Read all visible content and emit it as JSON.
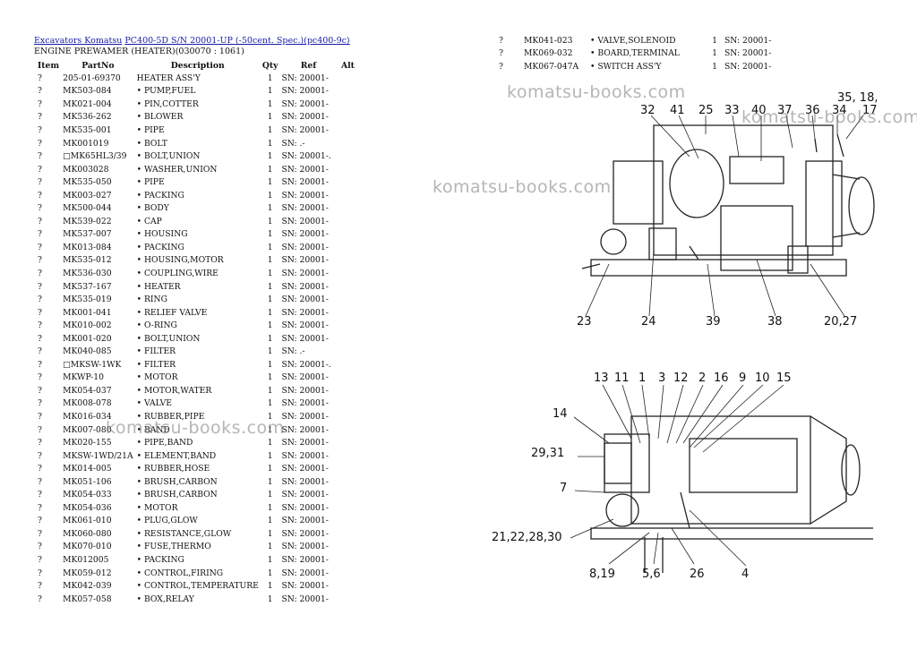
{
  "breadcrumb": {
    "category": "Excavators Komatsu",
    "model": "PC400-5D S/N 20001-UP (-50cent. Spec.)(pc400-9c)"
  },
  "section_title": "ENGINE PREWAMER (HEATER)(030070 : 1061)",
  "columns": {
    "item": "Item",
    "partno": "PartNo",
    "description": "Description",
    "qty": "Qty",
    "ref": "Ref",
    "alt": "Alt"
  },
  "parts": [
    {
      "item": "?",
      "partno": "205-01-69370",
      "desc": "HEATER ASS'Y",
      "qty": "1",
      "ref": "SN: 20001-"
    },
    {
      "item": "?",
      "partno": "MK503-084",
      "desc": "• PUMP,FUEL",
      "qty": "1",
      "ref": "SN: 20001-"
    },
    {
      "item": "?",
      "partno": "MK021-004",
      "desc": "• PIN,COTTER",
      "qty": "1",
      "ref": "SN: 20001-"
    },
    {
      "item": "?",
      "partno": "MK536-262",
      "desc": "• BLOWER",
      "qty": "1",
      "ref": "SN: 20001-"
    },
    {
      "item": "?",
      "partno": "MK535-001",
      "desc": "• PIPE",
      "qty": "1",
      "ref": "SN: 20001-"
    },
    {
      "item": "?",
      "partno": "MK001019",
      "desc": "• BOLT",
      "qty": "1",
      "ref": "SN: .-"
    },
    {
      "item": "?",
      "partno": "□MK65HL3/39",
      "desc": "• BOLT,UNION",
      "qty": "1",
      "ref": "SN: 20001-."
    },
    {
      "item": "?",
      "partno": "MK003028",
      "desc": "• WASHER,UNION",
      "qty": "1",
      "ref": "SN: 20001-"
    },
    {
      "item": "?",
      "partno": "MK535-050",
      "desc": "• PIPE",
      "qty": "1",
      "ref": "SN: 20001-"
    },
    {
      "item": "?",
      "partno": "MK003-027",
      "desc": "• PACKING",
      "qty": "1",
      "ref": "SN: 20001-"
    },
    {
      "item": "?",
      "partno": "MK500-044",
      "desc": "• BODY",
      "qty": "1",
      "ref": "SN: 20001-"
    },
    {
      "item": "?",
      "partno": "MK539-022",
      "desc": "• CAP",
      "qty": "1",
      "ref": "SN: 20001-"
    },
    {
      "item": "?",
      "partno": "MK537-007",
      "desc": "• HOUSING",
      "qty": "1",
      "ref": "SN: 20001-"
    },
    {
      "item": "?",
      "partno": "MK013-084",
      "desc": "• PACKING",
      "qty": "1",
      "ref": "SN: 20001-"
    },
    {
      "item": "?",
      "partno": "MK535-012",
      "desc": "• HOUSING,MOTOR",
      "qty": "1",
      "ref": "SN: 20001-"
    },
    {
      "item": "?",
      "partno": "MK536-030",
      "desc": "• COUPLING,WIRE",
      "qty": "1",
      "ref": "SN: 20001-"
    },
    {
      "item": "?",
      "partno": "MK537-167",
      "desc": "• HEATER",
      "qty": "1",
      "ref": "SN: 20001-"
    },
    {
      "item": "?",
      "partno": "MK535-019",
      "desc": "• RING",
      "qty": "1",
      "ref": "SN: 20001-"
    },
    {
      "item": "?",
      "partno": "MK001-041",
      "desc": "• RELIEF VALVE",
      "qty": "1",
      "ref": "SN: 20001-"
    },
    {
      "item": "?",
      "partno": "MK010-002",
      "desc": "• O-RING",
      "qty": "1",
      "ref": "SN: 20001-"
    },
    {
      "item": "?",
      "partno": "MK001-020",
      "desc": "• BOLT,UNION",
      "qty": "1",
      "ref": "SN: 20001-"
    },
    {
      "item": "?",
      "partno": "MK040-085",
      "desc": "• FILTER",
      "qty": "1",
      "ref": "SN: .-"
    },
    {
      "item": "?",
      "partno": "□MKSW-1WK",
      "desc": "• FILTER",
      "qty": "1",
      "ref": "SN: 20001-."
    },
    {
      "item": "?",
      "partno": "MKWP-10",
      "desc": "• MOTOR",
      "qty": "1",
      "ref": "SN: 20001-"
    },
    {
      "item": "?",
      "partno": "MK054-037",
      "desc": "• MOTOR,WATER",
      "qty": "1",
      "ref": "SN: 20001-"
    },
    {
      "item": "?",
      "partno": "MK008-078",
      "desc": "• VALVE",
      "qty": "1",
      "ref": "SN: 20001-"
    },
    {
      "item": "?",
      "partno": "MK016-034",
      "desc": "• RUBBER,PIPE",
      "qty": "1",
      "ref": "SN: 20001-"
    },
    {
      "item": "?",
      "partno": "MK007-080",
      "desc": "• BAND",
      "qty": "1",
      "ref": "SN: 20001-"
    },
    {
      "item": "?",
      "partno": "MK020-155",
      "desc": "• PIPE,BAND",
      "qty": "1",
      "ref": "SN: 20001-"
    },
    {
      "item": "?",
      "partno": "MKSW-1WD/21A",
      "desc": "• ELEMENT,BAND",
      "qty": "1",
      "ref": "SN: 20001-"
    },
    {
      "item": "?",
      "partno": "MK014-005",
      "desc": "• RUBBER,HOSE",
      "qty": "1",
      "ref": "SN: 20001-"
    },
    {
      "item": "?",
      "partno": "MK051-106",
      "desc": "• BRUSH,CARBON",
      "qty": "1",
      "ref": "SN: 20001-"
    },
    {
      "item": "?",
      "partno": "MK054-033",
      "desc": "• BRUSH,CARBON",
      "qty": "1",
      "ref": "SN: 20001-"
    },
    {
      "item": "?",
      "partno": "MK054-036",
      "desc": "• MOTOR",
      "qty": "1",
      "ref": "SN: 20001-"
    },
    {
      "item": "?",
      "partno": "MK061-010",
      "desc": "• PLUG,GLOW",
      "qty": "1",
      "ref": "SN: 20001-"
    },
    {
      "item": "?",
      "partno": "MK060-080",
      "desc": "• RESISTANCE,GLOW",
      "qty": "1",
      "ref": "SN: 20001-"
    },
    {
      "item": "?",
      "partno": "MK070-010",
      "desc": "• FUSE,THERMO",
      "qty": "1",
      "ref": "SN: 20001-"
    },
    {
      "item": "?",
      "partno": "MK012005",
      "desc": "• PACKING",
      "qty": "1",
      "ref": "SN: 20001-"
    },
    {
      "item": "?",
      "partno": "MK059-012",
      "desc": "• CONTROL,FIRING",
      "qty": "1",
      "ref": "SN: 20001-"
    },
    {
      "item": "?",
      "partno": "MK042-039",
      "desc": "• CONTROL,TEMPERATURE",
      "qty": "1",
      "ref": "SN: 20001-"
    },
    {
      "item": "?",
      "partno": "MK057-058",
      "desc": "• BOX,RELAY",
      "qty": "1",
      "ref": "SN: 20001-"
    }
  ],
  "parts_continued": [
    {
      "item": "?",
      "partno": "MK041-023",
      "desc": "• VALVE,SOLENOID",
      "qty": "1",
      "ref": "SN: 20001-"
    },
    {
      "item": "?",
      "partno": "MK069-032",
      "desc": "• BOARD,TERMINAL",
      "qty": "1",
      "ref": "SN: 20001-"
    },
    {
      "item": "?",
      "partno": "MK067-047A",
      "desc": "• SWITCH ASS'Y",
      "qty": "1",
      "ref": "SN: 20001-"
    }
  ],
  "watermark": "komatsu-books.com",
  "diagram_top_labels": [
    "32",
    "41",
    "25",
    "33",
    "40",
    "37",
    "36",
    "34",
    "35, 18,",
    "17",
    "23",
    "24",
    "39",
    "38",
    "20,27"
  ],
  "diagram_bottom_labels": [
    "13",
    "11",
    "1",
    "3",
    "12",
    "2",
    "16",
    "9",
    "10",
    "15",
    "14",
    "29,31",
    "7",
    "21,22,28,30",
    "8,19",
    "5,6",
    "26",
    "4"
  ]
}
